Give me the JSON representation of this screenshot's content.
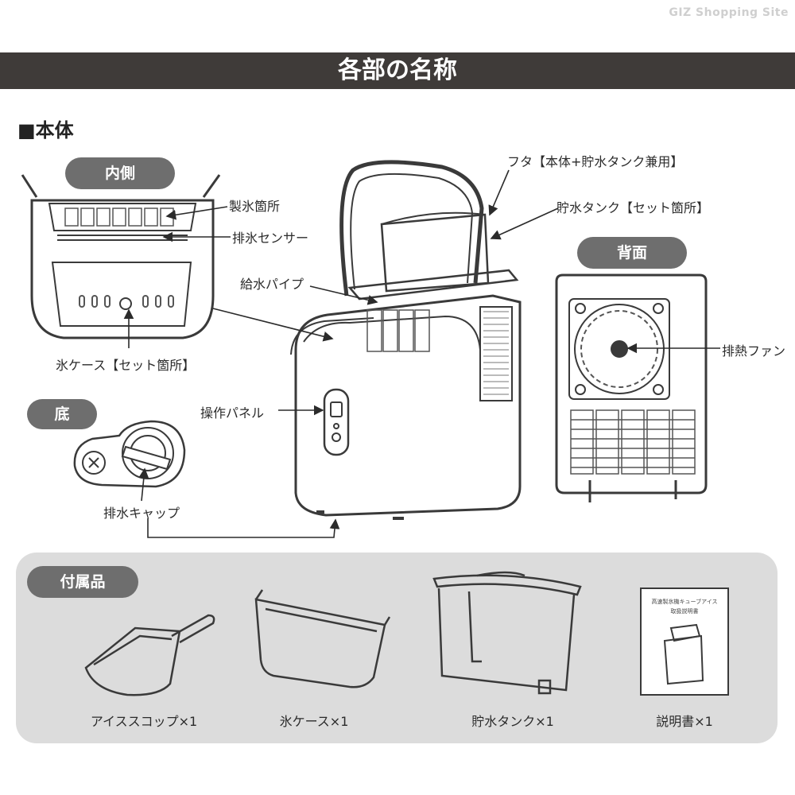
{
  "site_label": "GIZ Shopping Site",
  "banner_title": "各部の名称",
  "main_heading": "■本体",
  "sections": {
    "inner": "内側",
    "back": "背面",
    "bottom": "底",
    "accessories": "付属品"
  },
  "labels": {
    "lid": "フタ【本体+貯水タンク兼用】",
    "water_tank_set": "貯水タンク【セット箇所】",
    "ice_making": "製氷箇所",
    "ice_sensor": "排氷センサー",
    "water_pipe": "給水パイプ",
    "ice_case_set": "氷ケース【セット箇所】",
    "control_panel": "操作パネル",
    "drain_cap": "排水キャップ",
    "exhaust_fan": "排熱ファン"
  },
  "accessories": [
    {
      "label": "アイススコップ×1"
    },
    {
      "label": "氷ケース×1"
    },
    {
      "label": "貯水タンク×1"
    },
    {
      "label": "説明書×1"
    }
  ],
  "manual_booklet": {
    "line1": "高速製氷機キューブアイス",
    "line2": "取扱説明書"
  }
}
